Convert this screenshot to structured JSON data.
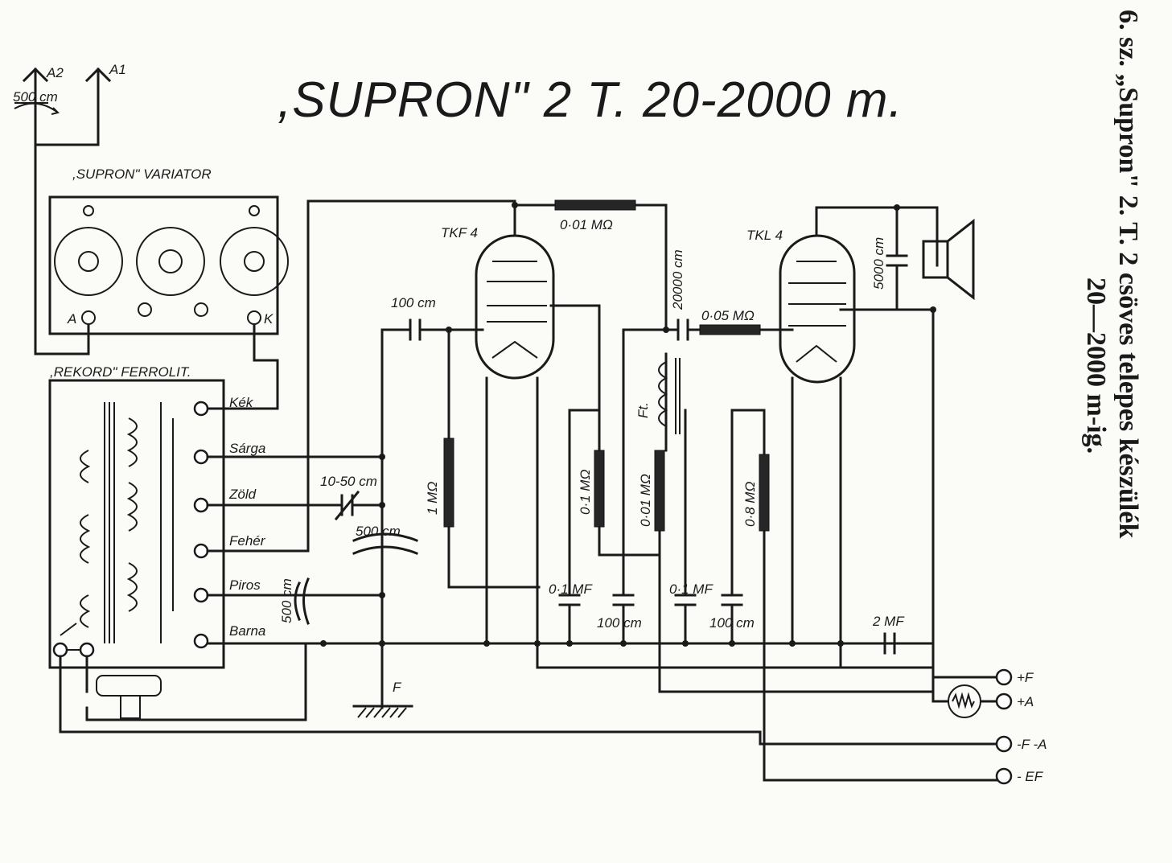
{
  "title": ",SUPRON\" 2 T. 20-2000 m.",
  "caption": {
    "line1": "6. sz. „Supron\" 2. T. 2 csöves telepes készülék",
    "line2": "20—2000 m-ig."
  },
  "antenna": {
    "a2": "A2",
    "a1": "A1",
    "cap": "500 cm"
  },
  "variator": {
    "title": ",SUPRON\" VARIATOR",
    "a": "A",
    "k": "K"
  },
  "ferrolit": {
    "title": ",REKORD\" FERROLIT.",
    "terminals": [
      "Kék",
      "Sárga",
      "Zöld",
      "Fehér",
      "Piros",
      "Barna"
    ]
  },
  "components": {
    "trimmer": "10-50 cm",
    "tuning_cap": "500 cm",
    "reaction_cap": "500 cm",
    "grid_cap": "100 cm",
    "tube1": "TKF 4",
    "tube2": "TKL 4",
    "anode_res": "0·01 MΩ",
    "grid_leak": "1 MΩ",
    "screen_res": "0·1 MΩ",
    "decouple_res": "0·01 MΩ",
    "choke": "Ft.",
    "coupling_cap": "20000 cm",
    "grid_stop": "0·05 MΩ",
    "speaker_cap": "5000 cm",
    "grid_res2": "0·8 MΩ",
    "bypass1": "0·1 MF",
    "bypass2": "0·1 MF",
    "small_cap1": "100 cm",
    "small_cap2": "100 cm",
    "filter_cap": "2 MF",
    "ground": "F"
  },
  "outputs": [
    "+F",
    "+A",
    "-F -A",
    "- EF"
  ]
}
